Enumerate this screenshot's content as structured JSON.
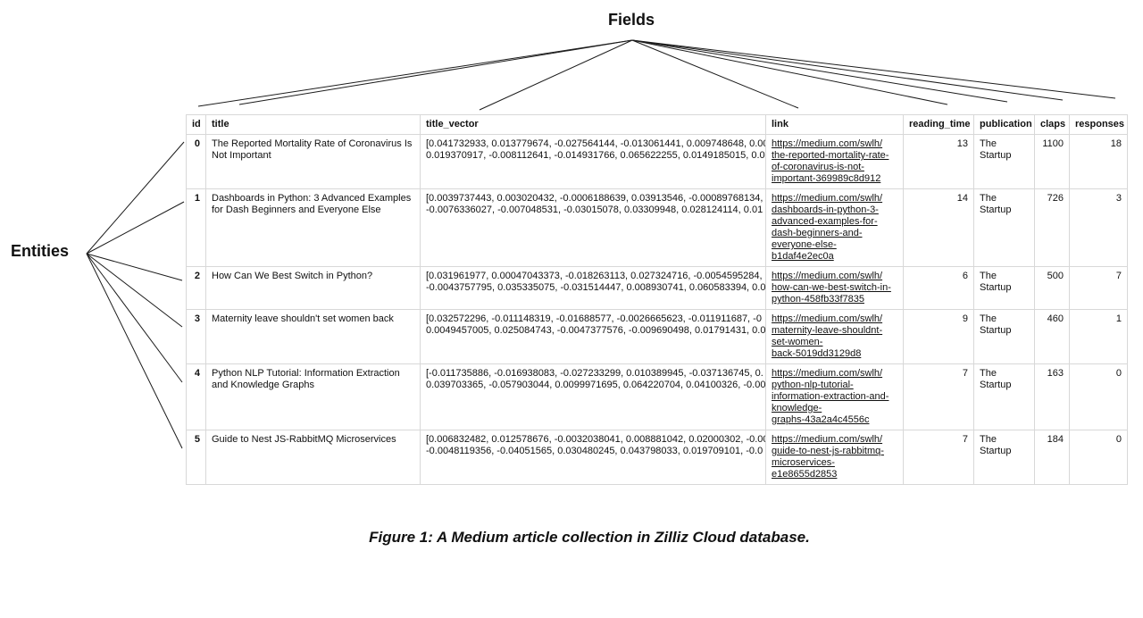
{
  "labels": {
    "fields": "Fields",
    "entities": "Entities"
  },
  "caption": "Figure 1: A Medium article collection in Zilliz Cloud database.",
  "colors": {
    "border": "#d8d8d8",
    "text": "#111111",
    "line": "#1c1c1c"
  },
  "table": {
    "columns": [
      "id",
      "title",
      "title_vector",
      "link",
      "reading_time",
      "publication",
      "claps",
      "responses"
    ],
    "rows": [
      {
        "id": "0",
        "title": "The Reported Mortality Rate of Coronavirus Is Not Important",
        "title_vector": "[0.041732933, 0.013779674, -0.027564144, -0.013061441, 0.009748648, 0.00\n0.019370917, -0.008112641, -0.014931766, 0.065622255, 0.0149185015, 0.0",
        "link": "https://medium.com/swlh/\nthe-reported-mortality-rate-\nof-coronavirus-is-not-\nimportant-369989c8d912",
        "reading_time": "13",
        "publication": "The Startup",
        "claps": "1100",
        "responses": "18"
      },
      {
        "id": "1",
        "title": "Dashboards in Python: 3 Advanced Examples for Dash Beginners and Everyone Else",
        "title_vector": "[0.0039737443, 0.003020432, -0.0006188639, 0.03913546, -0.00089768134,\n-0.0076336027, -0.007048531, -0.03015078, 0.03309948, 0.028124114, 0.01",
        "link": "https://medium.com/swlh/\ndashboards-in-python-3-\nadvanced-examples-for-\ndash-beginners-and-\neveryone-else-\nb1daf4e2ec0a",
        "reading_time": "14",
        "publication": "The Startup",
        "claps": "726",
        "responses": "3"
      },
      {
        "id": "2",
        "title": "How Can We Best Switch in Python?",
        "title_vector": "[0.031961977, 0.00047043373, -0.018263113, 0.027324716, -0.0054595284,\n-0.0043757795, 0.035335075, -0.031514447, 0.008930741, 0.060583394, 0.0",
        "link": "https://medium.com/swlh/\nhow-can-we-best-switch-in-\npython-458fb33f7835",
        "reading_time": "6",
        "publication": "The Startup",
        "claps": "500",
        "responses": "7"
      },
      {
        "id": "3",
        "title": "Maternity leave shouldn't set women back",
        "title_vector": "[0.032572296, -0.011148319, -0.01688577, -0.0026665623, -0.011911687, -0\n0.0049457005, 0.025084743, -0.0047377576, -0.009690498, 0.01791431, 0.0",
        "link": "https://medium.com/swlh/\nmaternity-leave-shouldnt-\nset-women-\nback-5019dd3129d8",
        "reading_time": "9",
        "publication": "The Startup",
        "claps": "460",
        "responses": "1"
      },
      {
        "id": "4",
        "title": "Python NLP Tutorial: Information Extraction and Knowledge Graphs",
        "title_vector": "[-0.011735886, -0.016938083, -0.027233299, 0.010389945, -0.037136745, 0.\n0.039703365, -0.057903044, 0.0099971695, 0.064220704, 0.04100326, -0.00",
        "link": "https://medium.com/swlh/\npython-nlp-tutorial-\ninformation-extraction-and-\nknowledge-\ngraphs-43a2a4c4556c",
        "reading_time": "7",
        "publication": "The Startup",
        "claps": "163",
        "responses": "0"
      },
      {
        "id": "5",
        "title": "Guide to Nest JS-RabbitMQ Microservices",
        "title_vector": "[0.006832482, 0.012578676, -0.0032038041, 0.008881042, 0.02000302, -0.00\n-0.0048119356, -0.04051565, 0.030480245, 0.043798033, 0.019709101, -0.0",
        "link": "https://medium.com/swlh/\nguide-to-nest-js-rabbitmq-\nmicroservices-\ne1e8655d2853",
        "reading_time": "7",
        "publication": "The Startup",
        "claps": "184",
        "responses": "0"
      }
    ]
  }
}
